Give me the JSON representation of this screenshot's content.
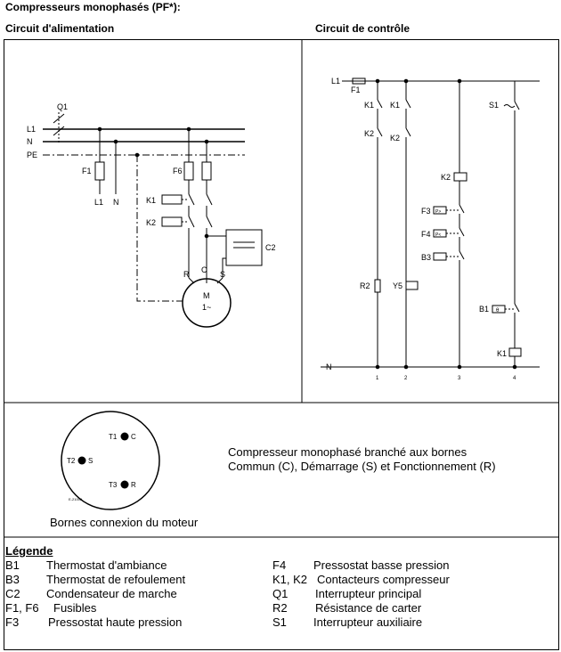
{
  "header": {
    "title": "Compresseurs monophasés (PF*):",
    "power_circuit": "Circuit d'alimentation",
    "control_circuit": "Circuit de contrôle"
  },
  "power": {
    "q1": "Q1",
    "l1": "L1",
    "n": "N",
    "pe": "PE",
    "f1": "F1",
    "f6": "F6",
    "out_l1": "L1",
    "out_n": "N",
    "k1": "K1",
    "k2": "K2",
    "c2": "C2",
    "r": "R",
    "c": "C",
    "s": "S",
    "motor": "M",
    "motor_type": "1~"
  },
  "control": {
    "l1": "L1",
    "f1": "F1",
    "n": "N",
    "k1a": "K1",
    "k1b": "K1",
    "k2a": "K2",
    "k2b": "K2",
    "s1": "S1",
    "k2coil": "K2",
    "f3": "F3",
    "f4": "F4",
    "b3": "B3",
    "r2": "R2",
    "y5": "Y5",
    "b1": "B1",
    "k1coil": "K1",
    "f3box": "P>",
    "f4box": "P<",
    "b1box": "θ",
    "col1": "1",
    "col2": "2",
    "col3": "3",
    "col4": "4"
  },
  "terminals": {
    "t1": "T1",
    "t1c": "C",
    "t2": "T2",
    "t2s": "S",
    "t3": "T3",
    "t3r": "R",
    "ref": "E-21000"
  },
  "captions": {
    "main_line1": "Compresseur monophasé branché aux bornes",
    "main_line2": "Commun (C), Démarrage (S) et Fonctionnement (R)",
    "bornes": "Bornes connexion du moteur"
  },
  "legend": {
    "title": "Légende",
    "left": [
      {
        "code": "B1",
        "desc": "Thermostat d'ambiance"
      },
      {
        "code": "B3",
        "desc": "Thermostat de refoulement"
      },
      {
        "code": "C2",
        "desc": "Condensateur de marche"
      },
      {
        "code": "F1, F6",
        "desc": "Fusibles"
      },
      {
        "code": "F3",
        "desc": "Pressostat haute pression"
      }
    ],
    "right": [
      {
        "code": "F4",
        "desc": "Pressostat basse pression"
      },
      {
        "code": "K1, K2",
        "desc": "Contacteurs compresseur"
      },
      {
        "code": "Q1",
        "desc": "Interrupteur principal"
      },
      {
        "code": "R2",
        "desc": "Résistance de carter"
      },
      {
        "code": "S1",
        "desc": "Interrupteur auxiliaire"
      }
    ]
  }
}
